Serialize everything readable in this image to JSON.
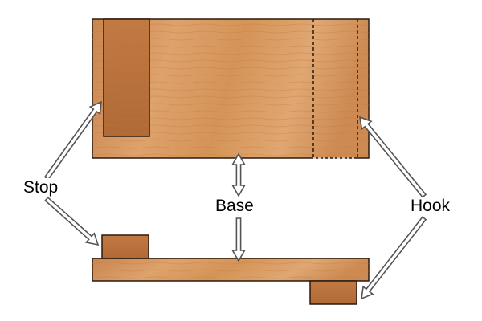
{
  "diagram": {
    "labels": {
      "stop": "Stop",
      "base": "Base",
      "hook": "Hook"
    },
    "colors": {
      "wood_light": "#dd9f68",
      "wood_mid": "#cf8a52",
      "wood_dark": "#b87440",
      "outline": "#2a1a0e",
      "arrow_fill": "#ffffff",
      "arrow_stroke": "#555555"
    }
  }
}
